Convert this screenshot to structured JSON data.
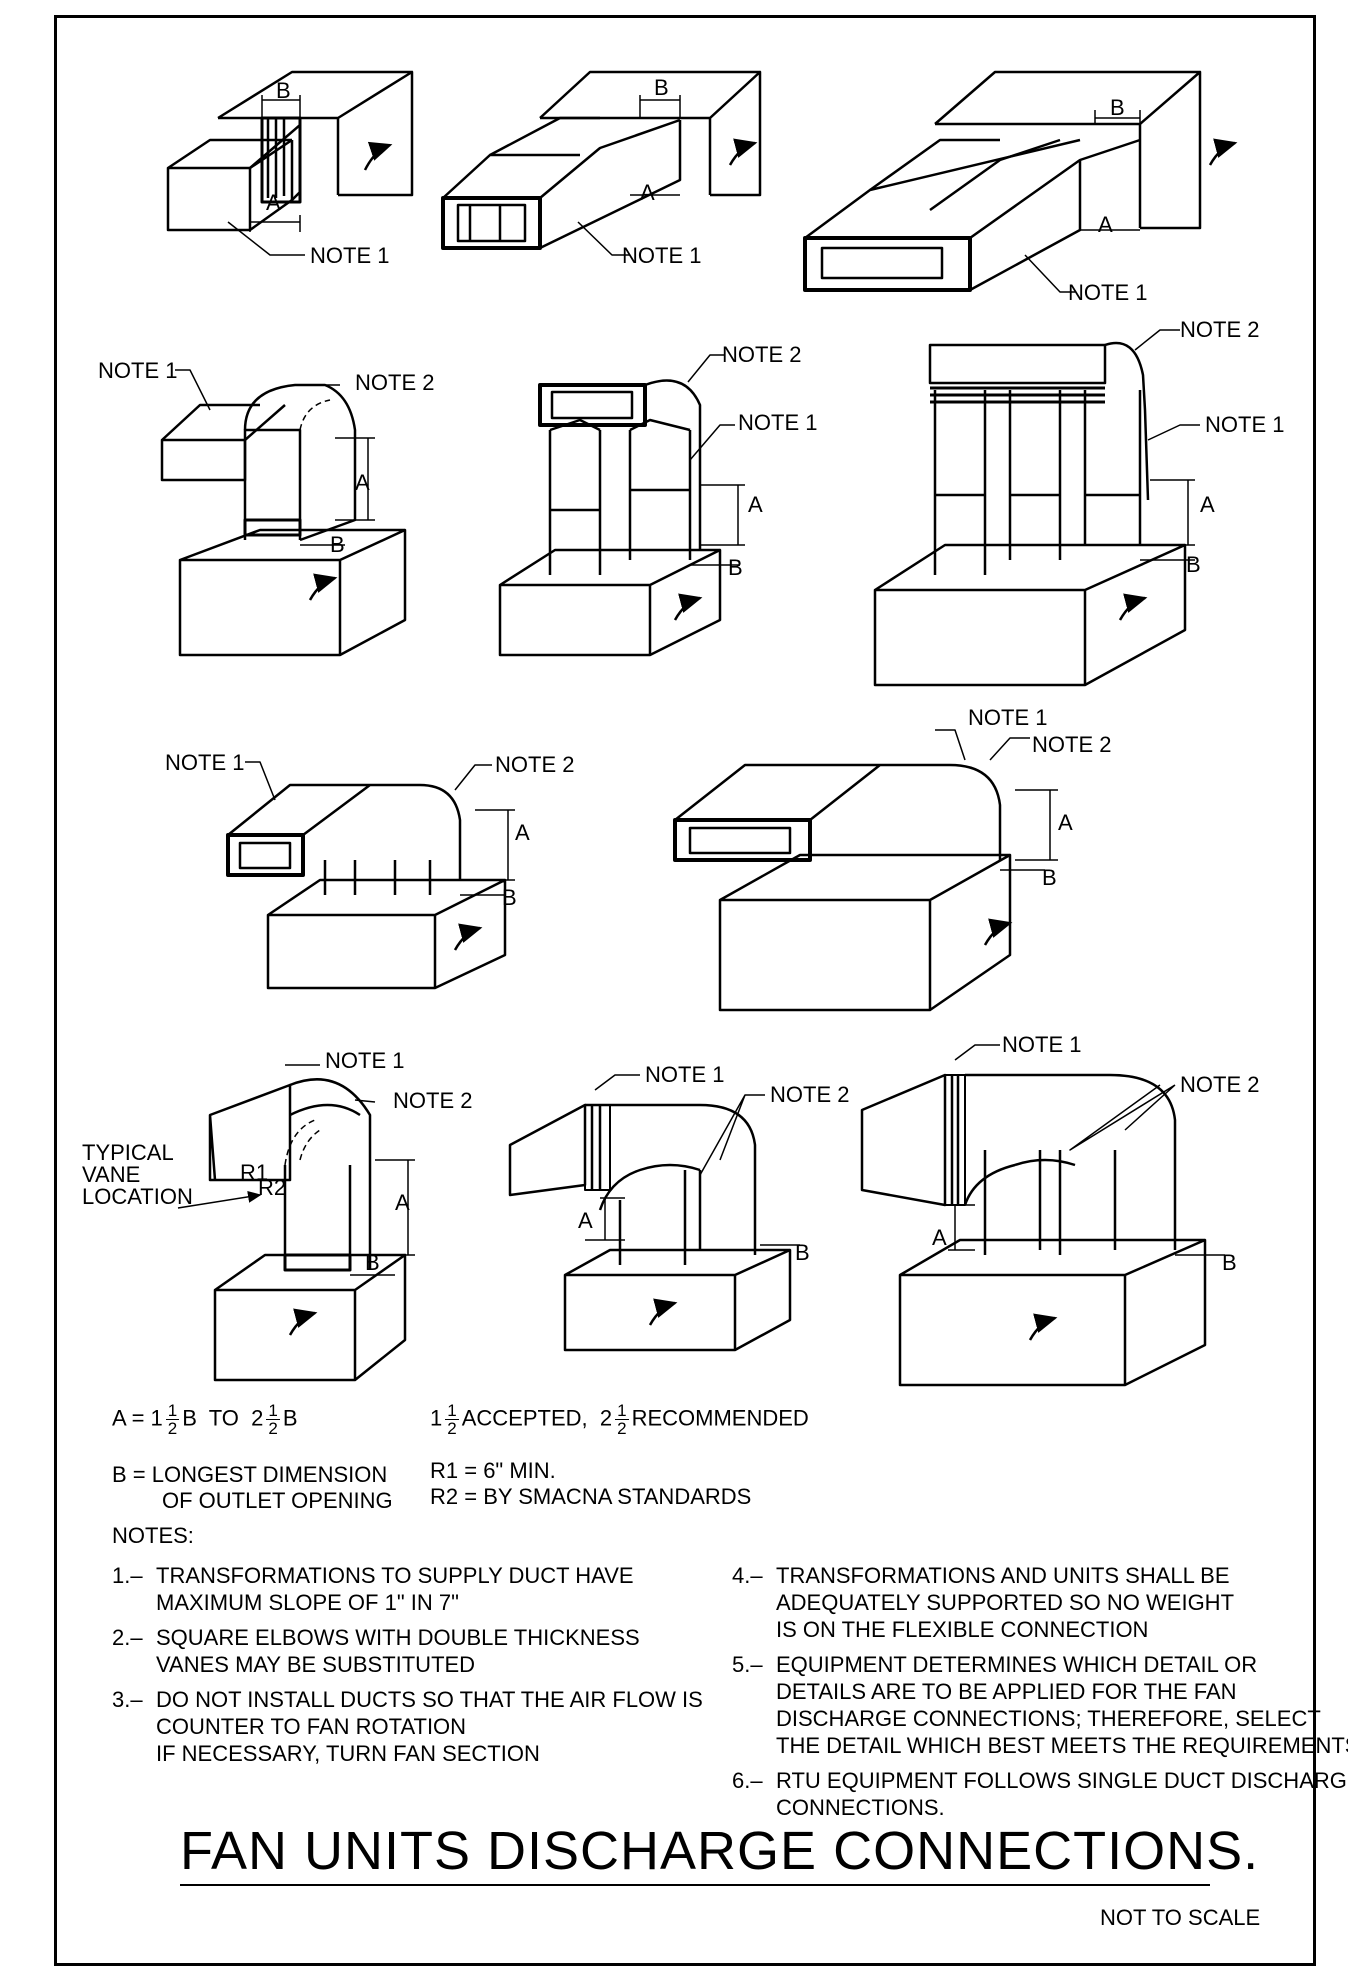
{
  "labels": {
    "note1": "NOTE 1",
    "note2": "NOTE 2",
    "dim_a": "A",
    "dim_b": "B",
    "r1": "R1",
    "r2": "R2",
    "typical_vane": [
      "TYPICAL",
      "VANE",
      "LOCATION"
    ]
  },
  "legend": {
    "a_prefix": "A = 1",
    "a_mid1": "B  TO  2",
    "a_mid2": "B",
    "frac_num": "1",
    "frac_den": "2",
    "ratio_pre": "1",
    "ratio_mid": "ACCEPTED,  2",
    "ratio_post": "RECOMMENDED",
    "b_line1": "B = LONGEST DIMENSION",
    "b_line2": "OF OUTLET OPENING",
    "r1_line": "R1 = 6\" MIN.",
    "r2_line": "R2 = BY SMACNA STANDARDS"
  },
  "notes": {
    "heading": "NOTES:",
    "left": [
      {
        "num": "1.–",
        "lines": [
          "TRANSFORMATIONS TO SUPPLY DUCT HAVE",
          "MAXIMUM SLOPE OF 1\" IN 7\""
        ]
      },
      {
        "num": "2.–",
        "lines": [
          "SQUARE ELBOWS WITH DOUBLE THICKNESS",
          "VANES MAY BE SUBSTITUTED"
        ]
      },
      {
        "num": "3.–",
        "lines": [
          "DO NOT INSTALL DUCTS SO THAT THE AIR FLOW IS",
          "COUNTER TO FAN ROTATION",
          "IF NECESSARY, TURN FAN SECTION"
        ]
      }
    ],
    "right": [
      {
        "num": "4.–",
        "lines": [
          "TRANSFORMATIONS AND UNITS SHALL BE",
          "ADEQUATELY SUPPORTED SO NO WEIGHT",
          "IS ON THE FLEXIBLE CONNECTION"
        ]
      },
      {
        "num": "5.–",
        "lines": [
          "EQUIPMENT DETERMINES WHICH DETAIL OR",
          "DETAILS ARE TO BE APPLIED FOR THE FAN",
          "DISCHARGE CONNECTIONS;  THEREFORE, SELECT",
          "THE DETAIL WHICH BEST MEETS THE REQUIREMENTS."
        ]
      },
      {
        "num": "6.–",
        "lines": [
          "RTU EQUIPMENT FOLLOWS SINGLE DUCT DISCHARGE",
          "CONNECTIONS."
        ]
      }
    ]
  },
  "title": "FAN UNITS DISCHARGE CONNECTIONS.",
  "scale_note": "NOT TO SCALE",
  "colors": {
    "ink": "#000000",
    "paper": "#ffffff"
  }
}
